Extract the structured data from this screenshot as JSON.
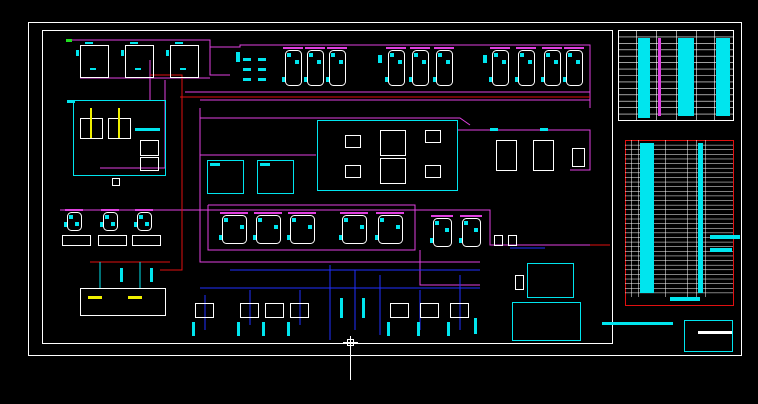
{
  "drawing": {
    "background": "#000000",
    "colors": {
      "frame": "#ffffff",
      "pipe_main": "#e040e0",
      "pipe_water": "#2030ff",
      "pipe_red": "#e01010",
      "annotation": "#00e5ee",
      "equipment": "#ffffff",
      "accent_yellow": "#f0f000",
      "accent_green": "#20e020"
    },
    "legend_table": {
      "rows": 14,
      "columns": 6
    },
    "equipment_list_table": {
      "rows": 34,
      "columns": 7
    },
    "cursor": "crosshair"
  }
}
